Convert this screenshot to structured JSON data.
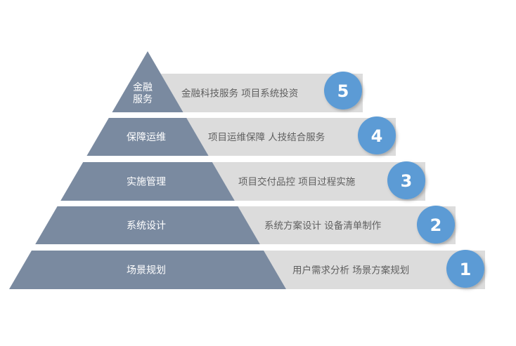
{
  "tiers": [
    {
      "level": "5",
      "label_lines": [
        "金融",
        "服务"
      ],
      "description": "金融科技服务  项目系统投资"
    },
    {
      "level": "4",
      "label_lines": [
        "保障运维"
      ],
      "description": "项目运维保障  人技结合服务"
    },
    {
      "level": "3",
      "label_lines": [
        "实施管理"
      ],
      "description": "项目交付品控  项目过程实施"
    },
    {
      "level": "2",
      "label_lines": [
        "系统设计"
      ],
      "description": "系统方案设计  设备清单制作"
    },
    {
      "level": "1",
      "label_lines": [
        "场景规划"
      ],
      "description": "用户需求分析  场景方案规划"
    }
  ],
  "colors": {
    "pyramid": "#7a8aa0",
    "band": "#dcdcdc",
    "badge": "#5b9bd5",
    "badge_shadow": "#9aa8b8"
  }
}
